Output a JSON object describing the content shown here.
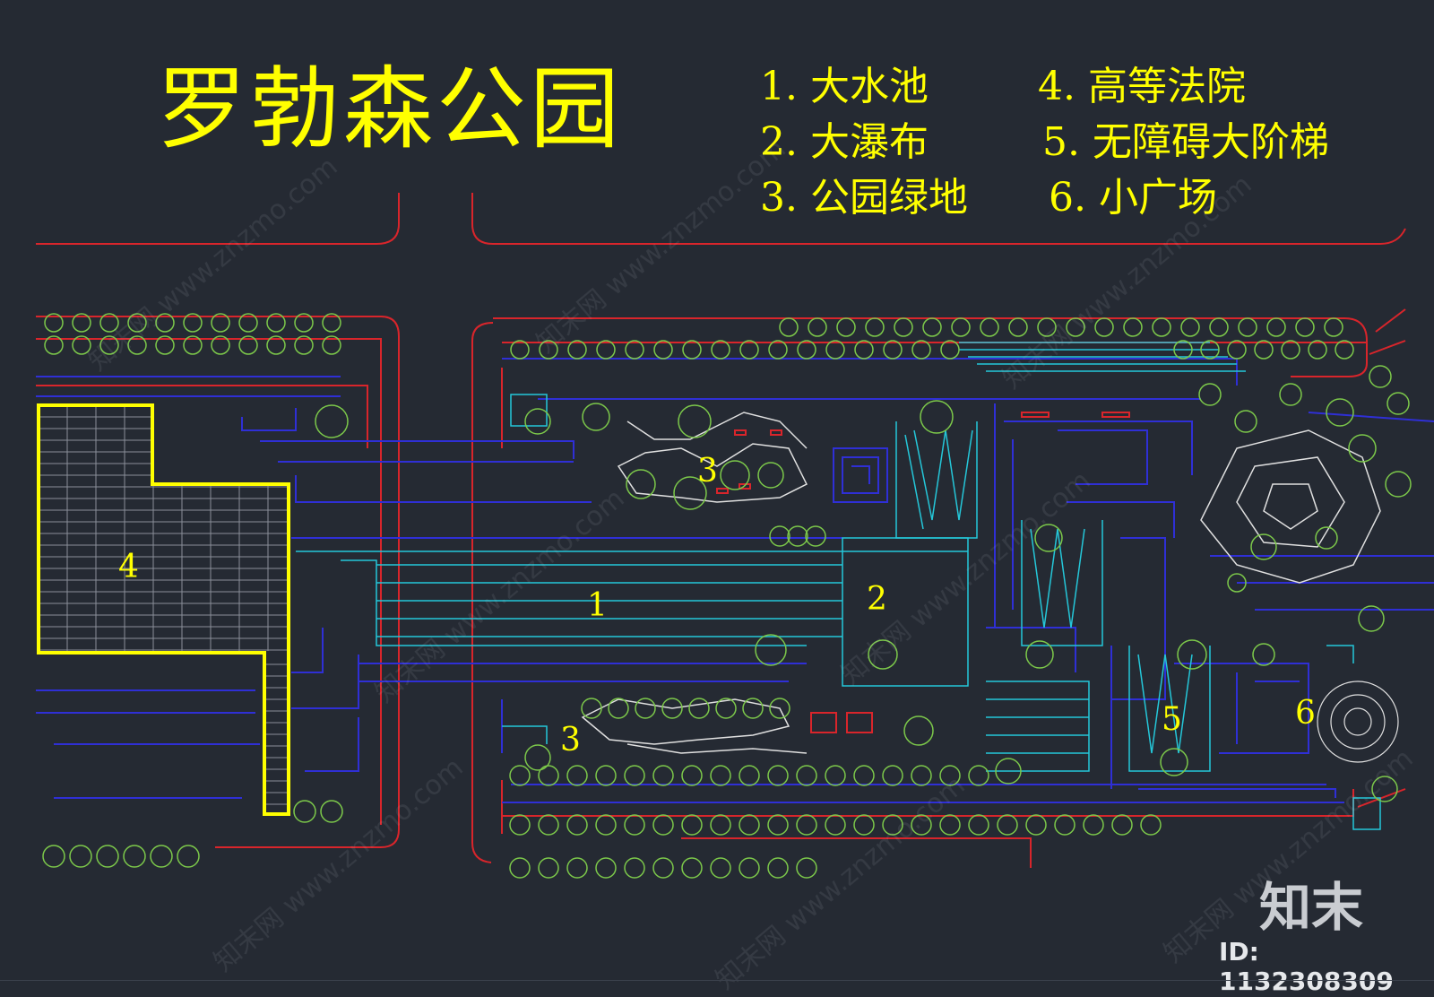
{
  "title": "罗勃森公园",
  "legend": [
    {
      "label": "1. 大水池"
    },
    {
      "label": "2. 大瀑布"
    },
    {
      "label": "3. 公园绿地"
    },
    {
      "label": "4. 高等法院"
    },
    {
      "label": "5. 无障碍大阶梯"
    },
    {
      "label": "6. 小广场"
    }
  ],
  "zones": {
    "z1": "1",
    "z2": "2",
    "z3a": "3",
    "z3b": "3",
    "z4": "4",
    "z5": "5",
    "z6": "6"
  },
  "watermark": "知末网 www.znzmo.com",
  "brand": "知末",
  "id_label": "ID: 1132308309",
  "colors": {
    "background": "#252a33",
    "label": "#ffff00",
    "road": "#d9252b",
    "structure": "#2f2fd6",
    "water": "#25c7d9",
    "tree": "#7cc84a",
    "building": "#ffff00"
  }
}
